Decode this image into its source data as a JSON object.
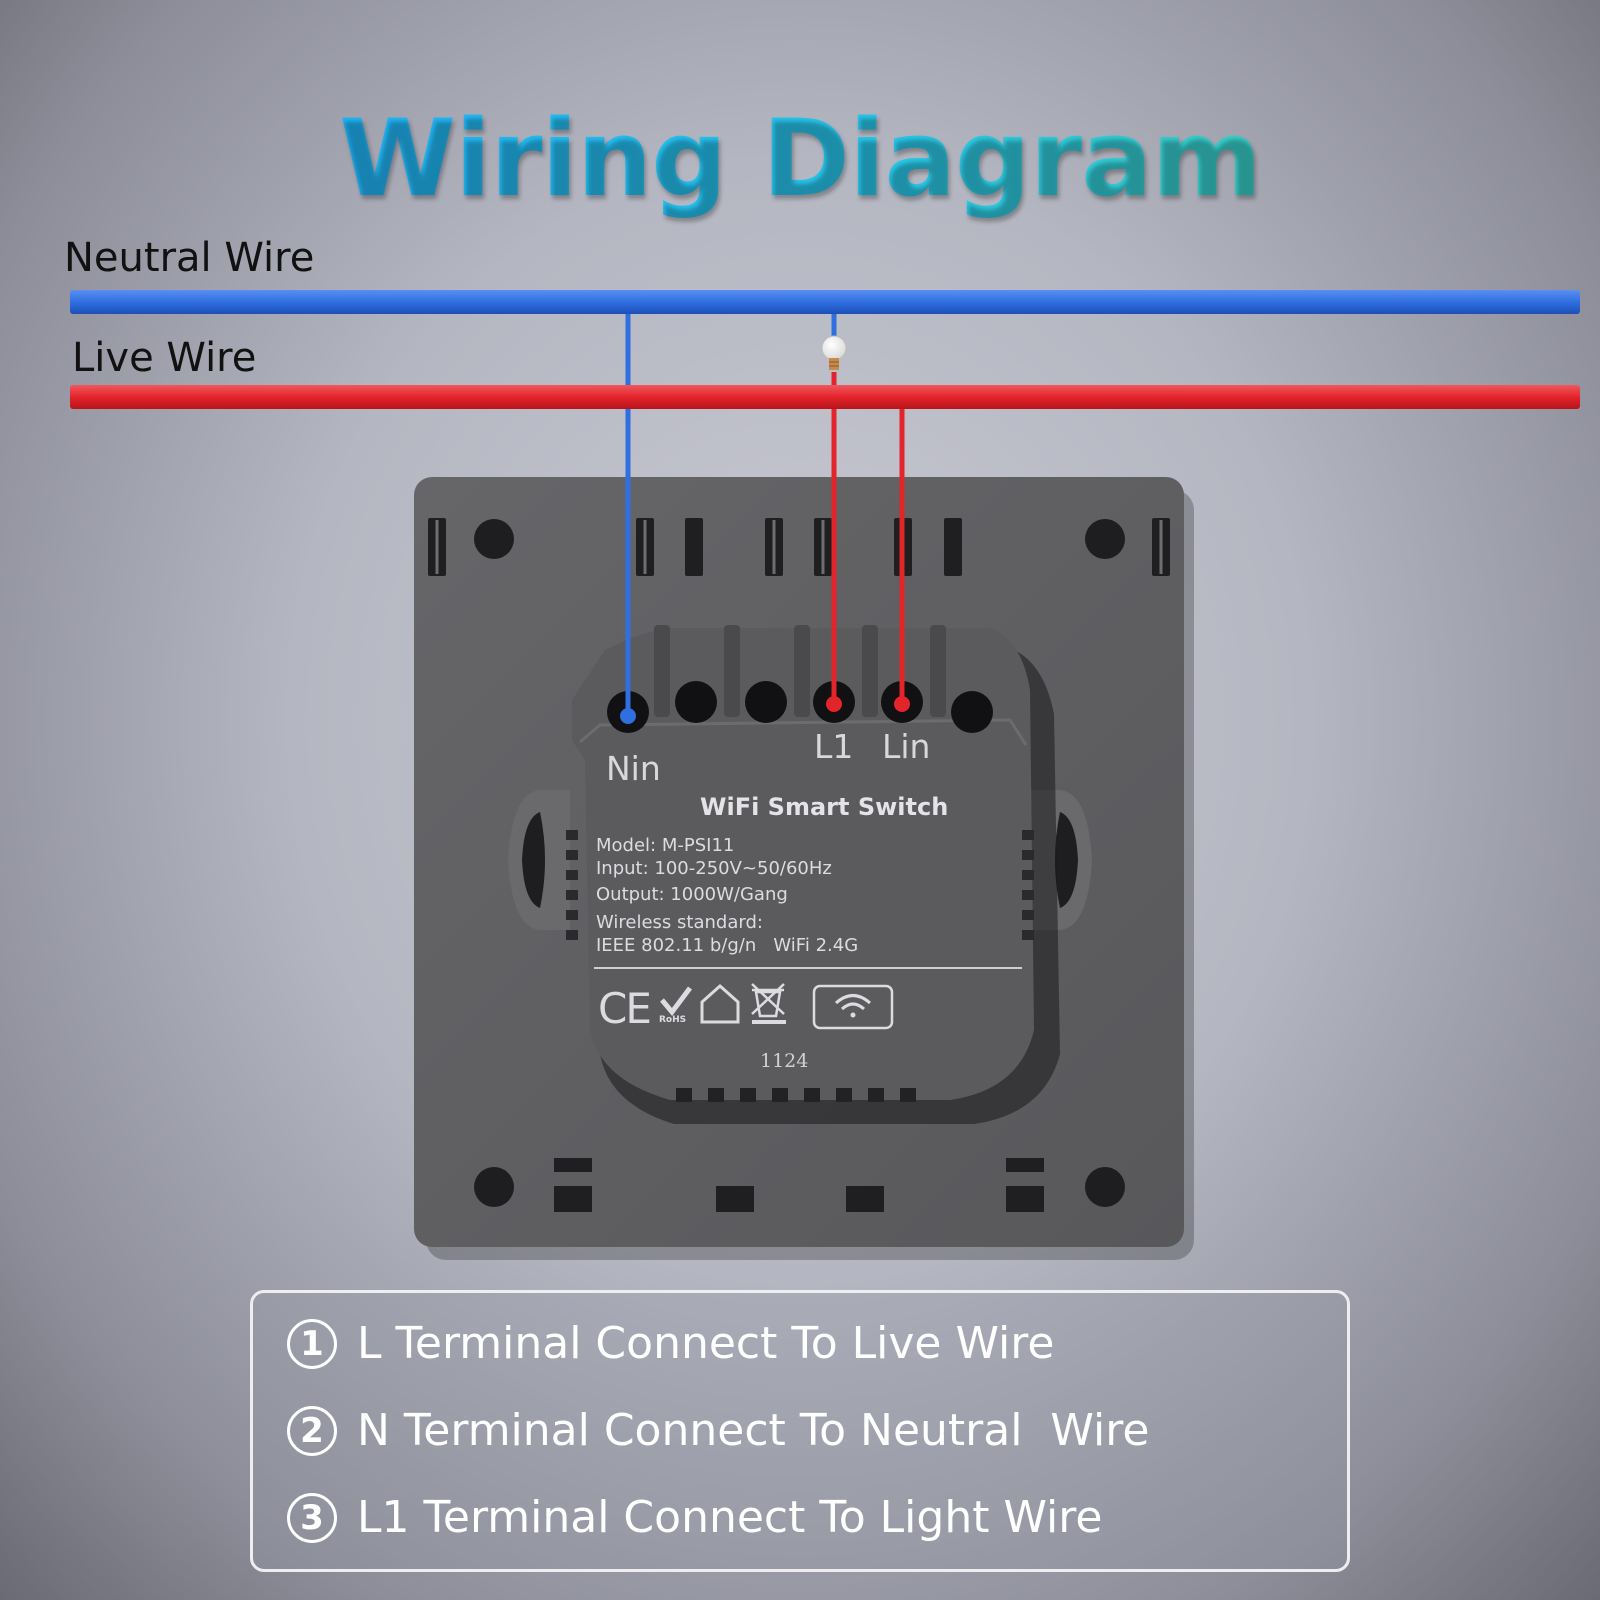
{
  "title": "Wiring Diagram",
  "wires": {
    "neutral_label": "Neutral Wire",
    "live_label": "Live Wire",
    "neutral_color": "#2f6fe0",
    "live_color": "#e3242b"
  },
  "terminals": {
    "nin": "Nin",
    "l1": "L1",
    "lin": "Lin"
  },
  "device": {
    "name": "WiFi Smart Switch",
    "model": "Model: M-PSI11",
    "input": "Input: 100-250V~50/60Hz",
    "output": "Output: 1000W/Gang",
    "wireless_standard": "Wireless standard:",
    "ieee": "IEEE 802.11 b/g/n   WiFi 2.4G",
    "ce_mark": "CE",
    "rohs_mark": "RoHS",
    "batch_code": "1124",
    "body_color": "#5d5d60"
  },
  "instructions": [
    {
      "number": "1",
      "text": "L Terminal Connect To Live Wire"
    },
    {
      "number": "2",
      "text": "N Terminal Connect To Neutral  Wire"
    },
    {
      "number": "3",
      "text": "L1 Terminal Connect To Light Wire"
    }
  ]
}
